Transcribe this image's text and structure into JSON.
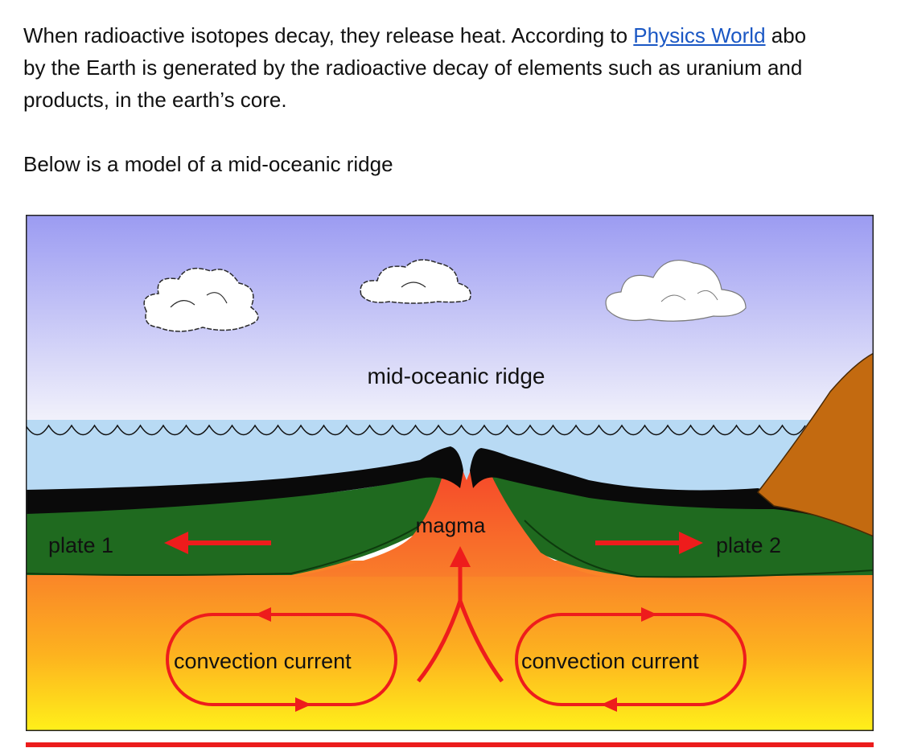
{
  "article": {
    "paragraph1": {
      "line1_before": "When radioactive isotopes decay, they release heat. According to ",
      "link_text": "Physics World",
      "line1_after": " abo",
      "line2": "by the Earth is generated by the radioactive decay of elements such as uranium and",
      "line3": "products, in the earth’s core."
    },
    "paragraph2": "Below is a model of a mid-oceanic ridge"
  },
  "diagram": {
    "labels": {
      "ridge": "mid-oceanic ridge",
      "magma": "magma",
      "plate1": "plate 1",
      "plate2": "plate 2",
      "convection_left": "convection current",
      "convection_right": "convection current"
    },
    "colors": {
      "sky_top": "#9b9bf2",
      "sky_bottom": "#f3f3fb",
      "ocean": "#b8daf4",
      "crust": "#0a0a0a",
      "plate": "#1f6a1f",
      "magma": "#f55a2a",
      "mantle_top": "#f97d2a",
      "mantle_bottom": "#fff01a",
      "arrow": "#ee1c1c",
      "continent": "#c36a10"
    }
  }
}
